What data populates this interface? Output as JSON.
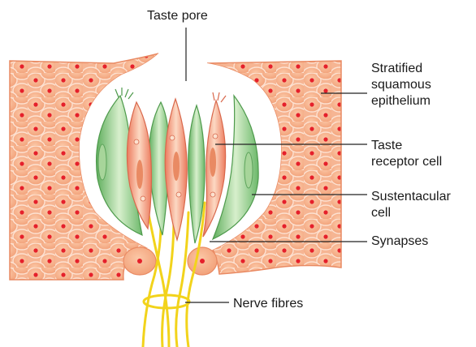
{
  "labels": {
    "taste_pore": "Taste pore",
    "stratified_squamous_epithelium": "Stratified\nsquamous\nepithelium",
    "taste_receptor_cell": "Taste\nreceptor cell",
    "sustentacular_cell": "Sustentacular\ncell",
    "synapses": "Synapses",
    "nerve_fibres": "Nerve fibres"
  },
  "colors": {
    "epithelium_fill": "#f4a27c",
    "epithelium_cell_border": "#fbd9c6",
    "nucleus": "#e5202b",
    "sustentacular_fill": "#7cc27a",
    "sustentacular_highlight": "#c9e7bd",
    "receptor_fill": "#f08c6b",
    "receptor_highlight": "#fbd3bd",
    "nerve": "#f2d31b",
    "leader_line": "#222222"
  }
}
